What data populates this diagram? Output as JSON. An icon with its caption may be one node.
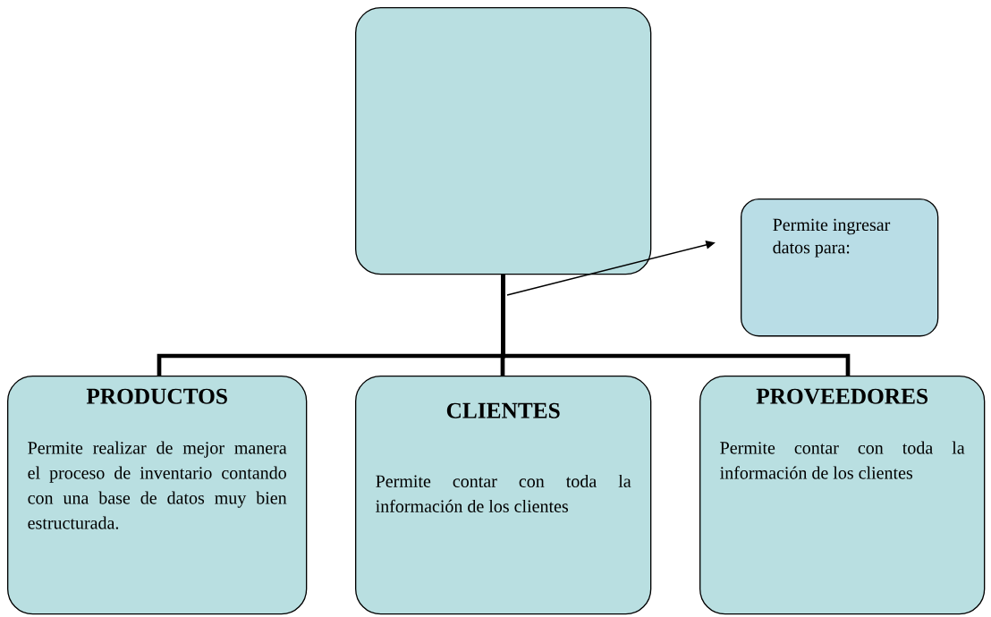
{
  "diagram": {
    "nodes": [
      {
        "text": [],
        "shape": "box"
      },
      {
        "text": [
          "Permite ingresar datos para:"
        ]
      },
      {
        "text": [
          "PRODUCTOS",
          "Permite realizar de mejor manera el proceso de inventario contando con una base de datos muy bien estructurada."
        ]
      },
      {
        "text": [
          "CLIENTES",
          "Permite contar con toda la información de los clientes"
        ]
      },
      {
        "text": [
          "PROVEEDORES",
          "Permite contar con toda la información de los clientes"
        ]
      }
    ],
    "edges": [
      {
        "from": 0,
        "to": 2,
        "arrow": "none"
      },
      {
        "from": 0,
        "to": 3,
        "arrow": "none"
      },
      {
        "from": 0,
        "to": 4,
        "arrow": "none"
      },
      {
        "from": null,
        "to": 1,
        "arrow": "to"
      }
    ]
  }
}
